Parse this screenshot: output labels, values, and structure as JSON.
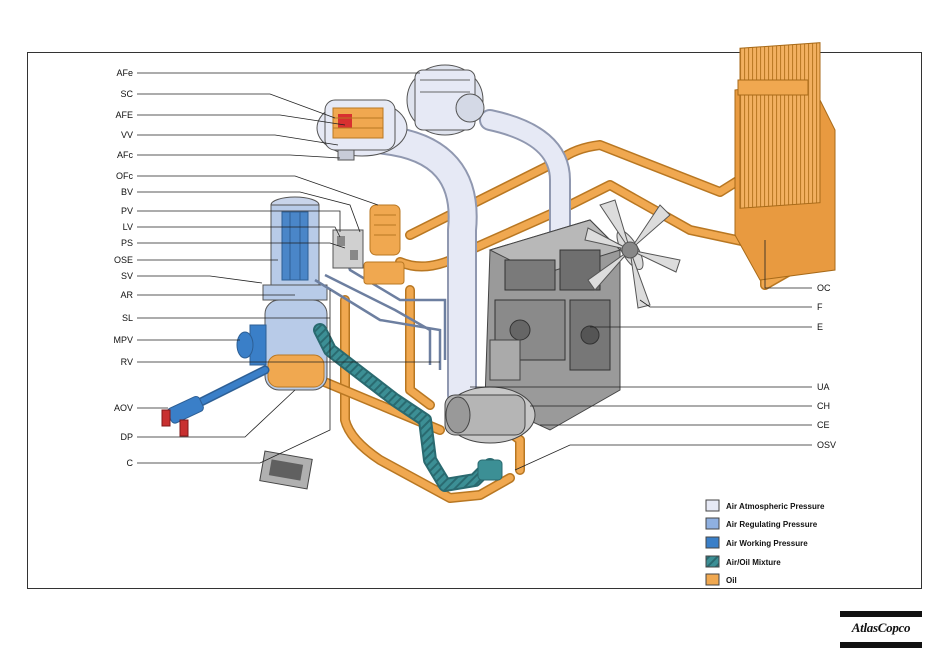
{
  "labels_left": [
    "AFe",
    "SC",
    "AFE",
    "VV",
    "AFc",
    "OFc",
    "BV",
    "PV",
    "LV",
    "PS",
    "OSE",
    "SV",
    "AR",
    "SL",
    "MPV",
    "RV",
    "AOV",
    "DP",
    "C"
  ],
  "labels_right": [
    "OC",
    "F",
    "E",
    "UA",
    "CH",
    "CE",
    "OSV"
  ],
  "legend": [
    {
      "label": "Air Atmospheric Pressure",
      "color": "#e6e9f5"
    },
    {
      "label": "Air Regulating Pressure",
      "color": "#8fb0e0"
    },
    {
      "label": "Air Working Pressure",
      "color": "#3a7fc8"
    },
    {
      "label": "Air/Oil Mixture",
      "color": "#3c8f95"
    },
    {
      "label": "Oil",
      "color": "#f0a850"
    }
  ],
  "brand": "AtlasCopco",
  "colors": {
    "oil": "#f0a850",
    "oil_stroke": "#b87722",
    "atmos": "#e6e9f5",
    "regulating": "#8fb0e0",
    "working": "#3a7fc8",
    "mixture": "#3c8f95",
    "engine": "#8a8a8a"
  }
}
